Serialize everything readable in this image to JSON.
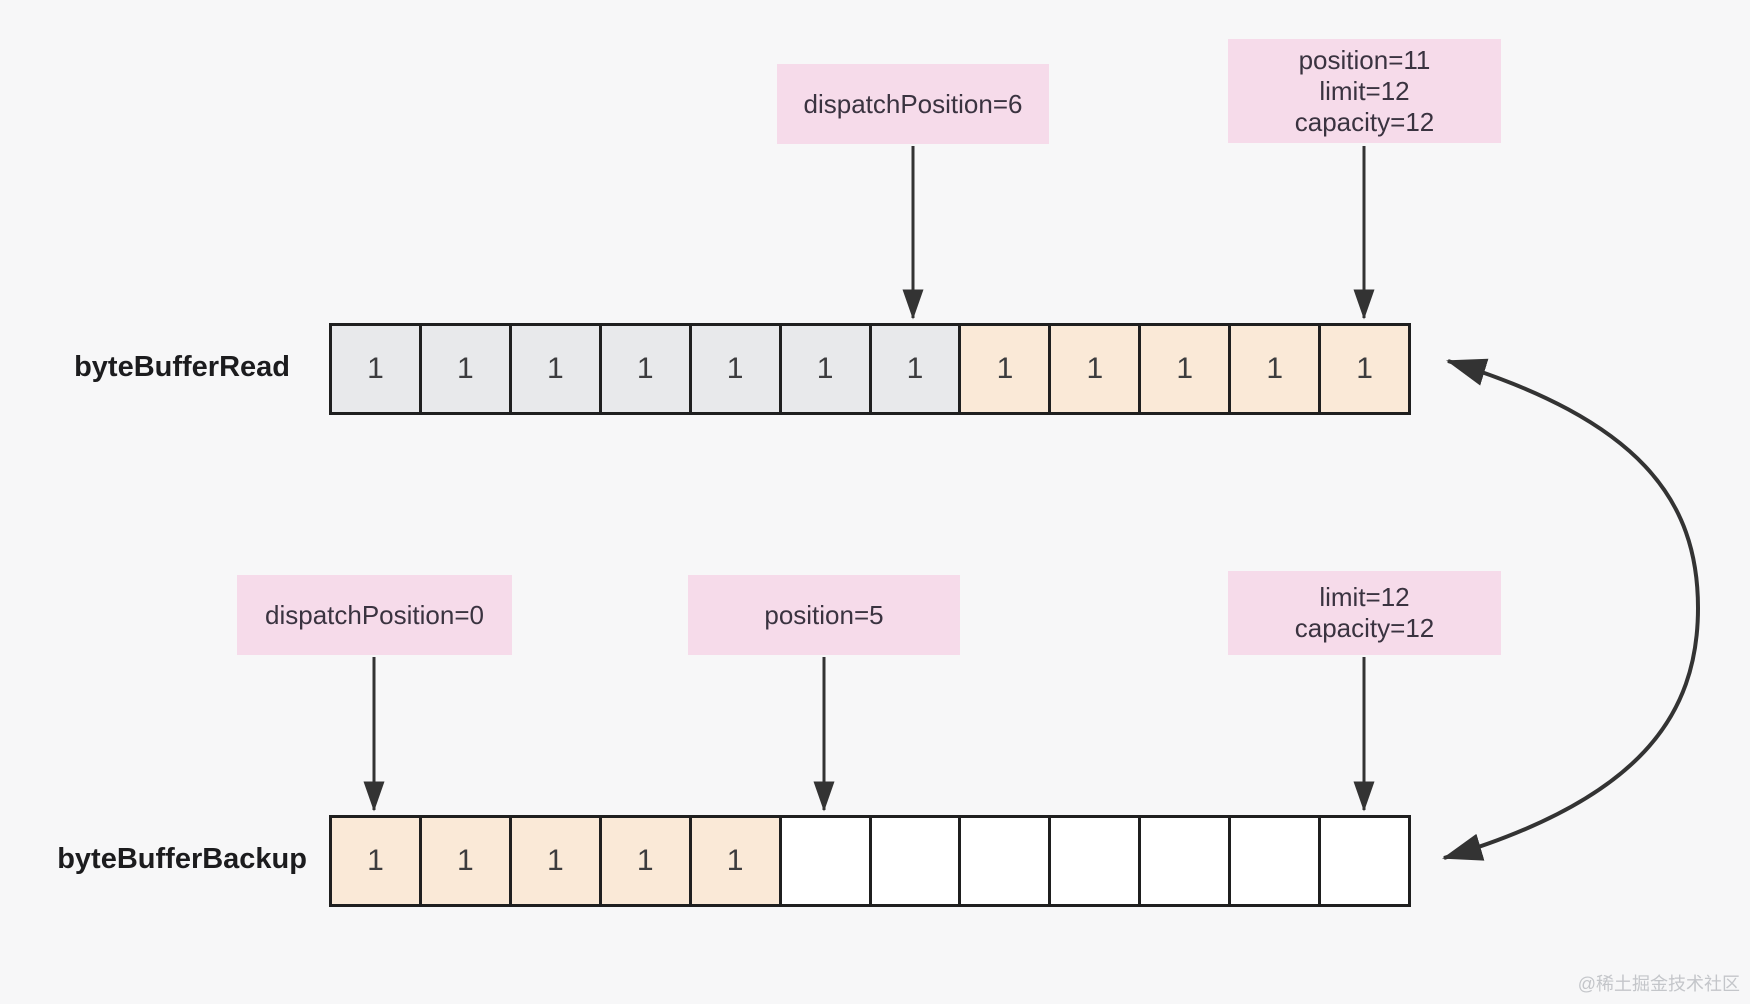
{
  "colors": {
    "background": "#f7f7f8",
    "label_box_bg": "#f6dbea",
    "cell_gray": "#e8e9eb",
    "cell_orange": "#fae9d7",
    "cell_white": "#ffffff",
    "border": "#1f1f1f",
    "arrow": "#333333",
    "label_text": "#3a3340",
    "name_text": "#1c1c1e",
    "cell_text": "#3c3c3e",
    "watermark": "#c4c6ca"
  },
  "buffers": {
    "read": {
      "label": "byteBufferRead",
      "cells": [
        {
          "value": "1",
          "fill": "gray"
        },
        {
          "value": "1",
          "fill": "gray"
        },
        {
          "value": "1",
          "fill": "gray"
        },
        {
          "value": "1",
          "fill": "gray"
        },
        {
          "value": "1",
          "fill": "gray"
        },
        {
          "value": "1",
          "fill": "gray"
        },
        {
          "value": "1",
          "fill": "gray"
        },
        {
          "value": "1",
          "fill": "orange"
        },
        {
          "value": "1",
          "fill": "orange"
        },
        {
          "value": "1",
          "fill": "orange"
        },
        {
          "value": "1",
          "fill": "orange"
        },
        {
          "value": "1",
          "fill": "orange"
        }
      ]
    },
    "backup": {
      "label": "byteBufferBackup",
      "cells": [
        {
          "value": "1",
          "fill": "orange"
        },
        {
          "value": "1",
          "fill": "orange"
        },
        {
          "value": "1",
          "fill": "orange"
        },
        {
          "value": "1",
          "fill": "orange"
        },
        {
          "value": "1",
          "fill": "orange"
        },
        {
          "value": "",
          "fill": "white"
        },
        {
          "value": "",
          "fill": "white"
        },
        {
          "value": "",
          "fill": "white"
        },
        {
          "value": "",
          "fill": "white"
        },
        {
          "value": "",
          "fill": "white"
        },
        {
          "value": "",
          "fill": "white"
        },
        {
          "value": "",
          "fill": "white"
        }
      ]
    }
  },
  "annotations": {
    "dispatch_read": {
      "lines": [
        "dispatchPosition=6"
      ]
    },
    "position_read": {
      "lines": [
        "position=11",
        "limit=12",
        "capacity=12"
      ]
    },
    "dispatch_backup": {
      "lines": [
        "dispatchPosition=0"
      ]
    },
    "position_backup": {
      "lines": [
        "position=5"
      ]
    },
    "limit_backup": {
      "lines": [
        "limit=12",
        "capacity=12"
      ]
    }
  },
  "watermark": "@稀土掘金技术社区"
}
